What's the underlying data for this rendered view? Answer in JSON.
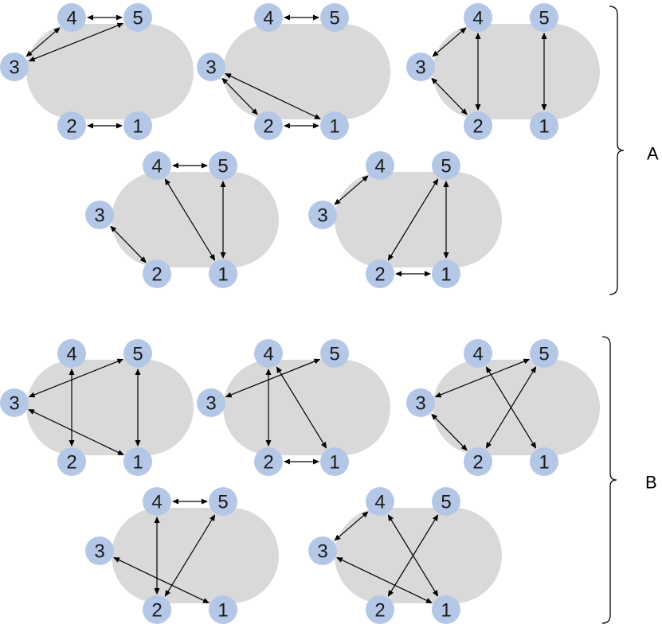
{
  "colors": {
    "pill": "#d9d9d9",
    "node": "#b4c7e7",
    "edge": "#000000",
    "text": "#1a1a1a"
  },
  "groups": [
    {
      "label": "A",
      "diagrams": [
        {
          "nodes": [
            "1",
            "2",
            "3",
            "4",
            "5"
          ],
          "edges": [
            [
              "4",
              "5"
            ],
            [
              "2",
              "1"
            ],
            [
              "3",
              "4"
            ],
            [
              "3",
              "5"
            ]
          ]
        },
        {
          "nodes": [
            "1",
            "2",
            "3",
            "4",
            "5"
          ],
          "edges": [
            [
              "4",
              "5"
            ],
            [
              "2",
              "1"
            ],
            [
              "3",
              "2"
            ],
            [
              "3",
              "1"
            ]
          ]
        },
        {
          "nodes": [
            "1",
            "2",
            "3",
            "4",
            "5"
          ],
          "edges": [
            [
              "3",
              "4"
            ],
            [
              "3",
              "2"
            ],
            [
              "4",
              "2"
            ],
            [
              "5",
              "1"
            ]
          ]
        },
        {
          "nodes": [
            "1",
            "2",
            "3",
            "4",
            "5"
          ],
          "edges": [
            [
              "4",
              "5"
            ],
            [
              "3",
              "2"
            ],
            [
              "4",
              "1"
            ],
            [
              "5",
              "1"
            ]
          ]
        },
        {
          "nodes": [
            "1",
            "2",
            "3",
            "4",
            "5"
          ],
          "edges": [
            [
              "3",
              "4"
            ],
            [
              "2",
              "1"
            ],
            [
              "5",
              "2"
            ],
            [
              "5",
              "1"
            ]
          ]
        }
      ]
    },
    {
      "label": "B",
      "diagrams": [
        {
          "nodes": [
            "1",
            "2",
            "3",
            "4",
            "5"
          ],
          "edges": [
            [
              "4",
              "2"
            ],
            [
              "5",
              "1"
            ],
            [
              "3",
              "5"
            ],
            [
              "3",
              "1"
            ]
          ]
        },
        {
          "nodes": [
            "1",
            "2",
            "3",
            "4",
            "5"
          ],
          "edges": [
            [
              "2",
              "1"
            ],
            [
              "3",
              "5"
            ],
            [
              "4",
              "2"
            ],
            [
              "4",
              "1"
            ]
          ]
        },
        {
          "nodes": [
            "1",
            "2",
            "3",
            "4",
            "5"
          ],
          "edges": [
            [
              "3",
              "5"
            ],
            [
              "3",
              "2"
            ],
            [
              "5",
              "2"
            ],
            [
              "4",
              "1"
            ]
          ]
        },
        {
          "nodes": [
            "1",
            "2",
            "3",
            "4",
            "5"
          ],
          "edges": [
            [
              "4",
              "5"
            ],
            [
              "4",
              "2"
            ],
            [
              "5",
              "2"
            ],
            [
              "3",
              "1"
            ]
          ]
        },
        {
          "nodes": [
            "1",
            "2",
            "3",
            "4",
            "5"
          ],
          "edges": [
            [
              "3",
              "4"
            ],
            [
              "4",
              "1"
            ],
            [
              "3",
              "1"
            ],
            [
              "5",
              "2"
            ]
          ]
        }
      ]
    }
  ]
}
